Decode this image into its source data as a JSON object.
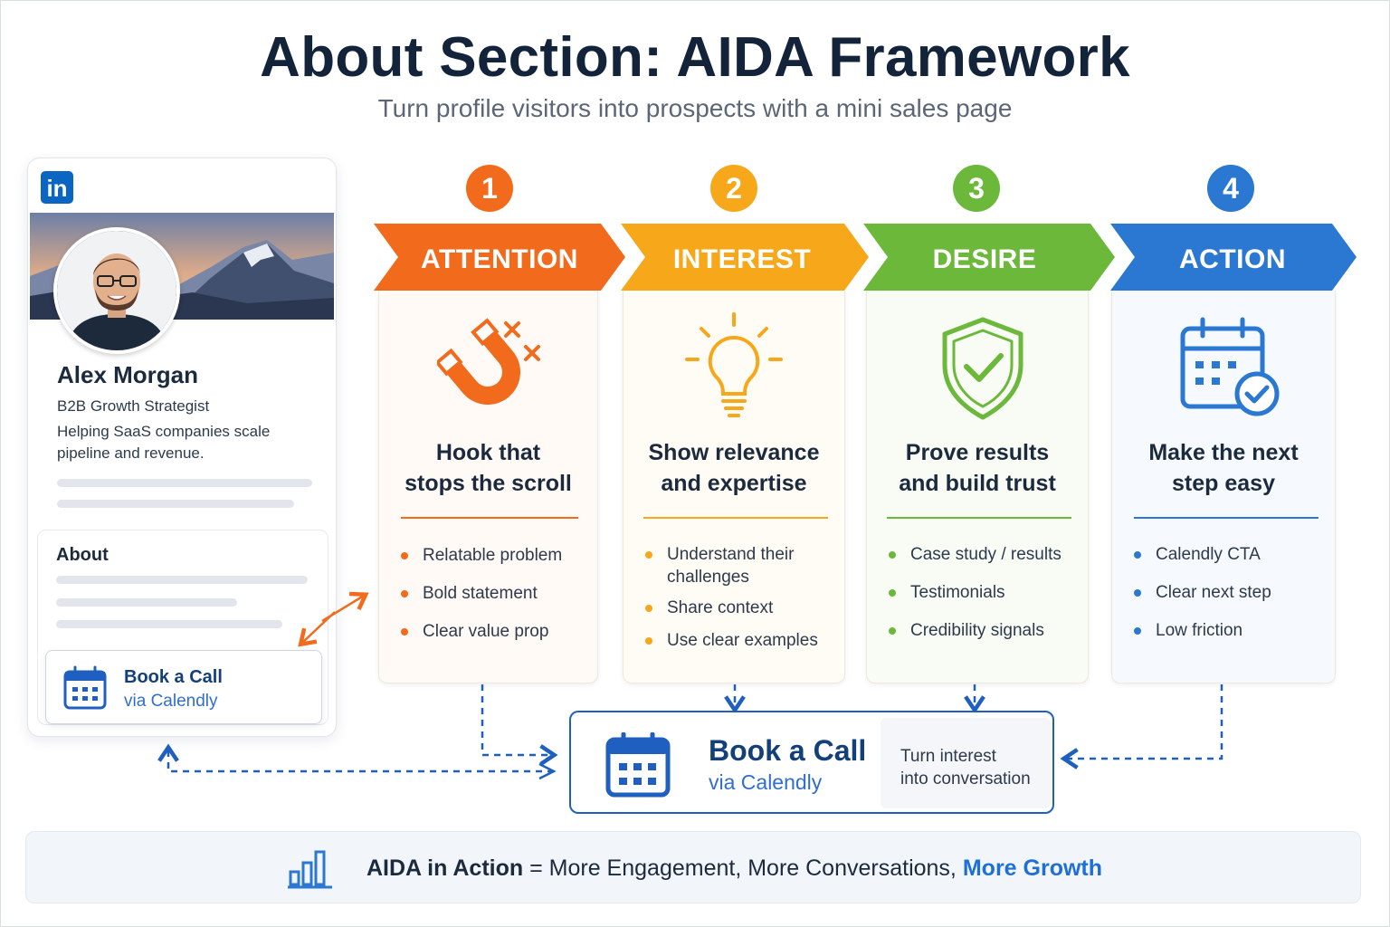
{
  "header": {
    "title": "About Section: AIDA Framework",
    "subtitle": "Turn profile visitors into prospects with a mini sales page"
  },
  "profile": {
    "logo_text": "in",
    "name": "Alex Morgan",
    "role": "B2B Growth Strategist",
    "description": "Helping SaaS companies scale pipeline and revenue.",
    "about_label": "About",
    "book_label": "Book a Call",
    "book_sub": "via Calendly"
  },
  "steps": [
    {
      "number": "1",
      "label": "ATTENTION",
      "color": "#f26a1b",
      "icon": "magnet-icon",
      "title_line1": "Hook that",
      "title_line2": "stops the scroll",
      "bullets": [
        "Relatable problem",
        "Bold statement",
        "Clear value prop"
      ]
    },
    {
      "number": "2",
      "label": "INTEREST",
      "color": "#f6a81a",
      "icon": "lightbulb-icon",
      "title_line1": "Show relevance",
      "title_line2": "and expertise",
      "bullets": [
        "Understand their challenges",
        "Share context",
        "Use clear examples"
      ]
    },
    {
      "number": "3",
      "label": "DESIRE",
      "color": "#6cb83a",
      "icon": "shield-check-icon",
      "title_line1": "Prove results",
      "title_line2": "and build trust",
      "bullets": [
        "Case study / results",
        "Testimonials",
        "Credibility signals"
      ]
    },
    {
      "number": "4",
      "label": "ACTION",
      "color": "#2b78d2",
      "icon": "calendar-check-icon",
      "title_line1": "Make the next",
      "title_line2": "step easy",
      "bullets": [
        "Calendly CTA",
        "Clear next step",
        "Low friction"
      ]
    }
  ],
  "cta": {
    "label": "Book a Call",
    "sub": "via Calendly",
    "note_line1": "Turn interest",
    "note_line2": "into conversation"
  },
  "footer": {
    "lead": "AIDA in Action",
    "equals": "=",
    "middle": "More Engagement, More Conversations,",
    "highlight": "More Growth"
  }
}
